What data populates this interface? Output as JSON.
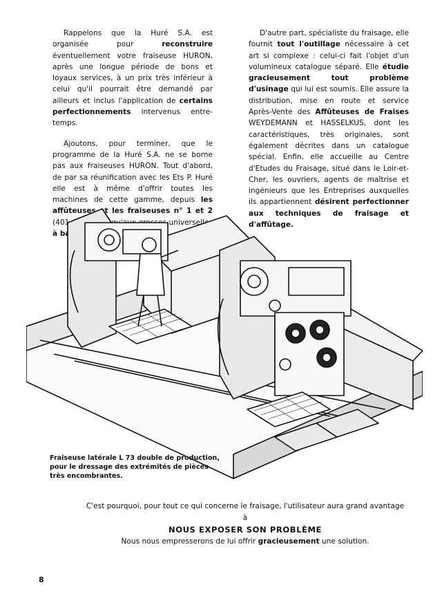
{
  "left_column": {
    "p1": [
      {
        "t": "Rappelons que la Huré S.A. est organisée pour "
      },
      {
        "t": "reconstruire",
        "b": true
      },
      {
        "t": " éventuellement votre fraiseuse HURON, après une longue période de bons et loyaux services, à un prix très inférieur à celui qu'il pourrait être demandé par ailleurs et inclus l'application de "
      },
      {
        "t": "certains perfectionnements",
        "b": true
      },
      {
        "t": " intervenus entre-temps."
      }
    ],
    "p2": [
      {
        "t": "Ajoutons, pour terminer, que le programme de la Huré S.A. ne se borne pas aux fraiseuses HURON. Tout d'abord, de par sa réunification avec les Ets P. Huré elle est à même d'offrir toutes les machines de cette gamme, depuis "
      },
      {
        "t": "les affûteuses et les fraiseuses n° 1 et 2",
        "b": true
      },
      {
        "t": " (401 et 402) jusqu'aux grosses universelles "
      },
      {
        "t": "à banc fixe.",
        "b": true
      }
    ]
  },
  "right_column": {
    "p1": [
      {
        "t": "D'autre part, spécialiste du fraisage, elle fournit "
      },
      {
        "t": "tout l'outillage",
        "b": true
      },
      {
        "t": " nécessaire à cet art si complexe : celui-ci fait l'objet d'un volumineux catalogue séparé. Elle "
      },
      {
        "t": "étudie gracieusement tout problème d'usinage",
        "b": true
      },
      {
        "t": " qui lui est soumis. Elle assure la distribution, mise en route et service Après-Vente des "
      },
      {
        "t": "Affûteuses de Fraises",
        "b": true
      },
      {
        "t": " WEYDEMANN et HASSELKUS, dont les caractéristiques, très originales, sont également décrites dans un catalogue spécial. Enfin, elle accueille au Centre d'Etudes du Fraisage, situé dans le Loir-et-Cher, les ouvriers, agents de maîtrise et ingénieurs que les Entreprises auxquelles ils appartiennent "
      },
      {
        "t": "désirent perfectionner aux techniques de fraisage et d'affûtage.",
        "b": true
      }
    ]
  },
  "caption": "Fraiseuse latérale L 73 double de production, pour le dressage des extrémités de pièces très encombrantes.",
  "closing": {
    "line1": "C'est pourquoi, pour tout ce qui concerne le fraisage, l'utilisateur aura grand avantage à",
    "headline": "NOUS EXPOSER SON PROBLÈME",
    "line3_before": "Nous nous empresserons de lui offrir ",
    "line3_bold": "gracieusement",
    "line3_after": " une solution."
  },
  "page_number": "8",
  "illustration": {
    "icon": "milling-machine-illustration"
  }
}
